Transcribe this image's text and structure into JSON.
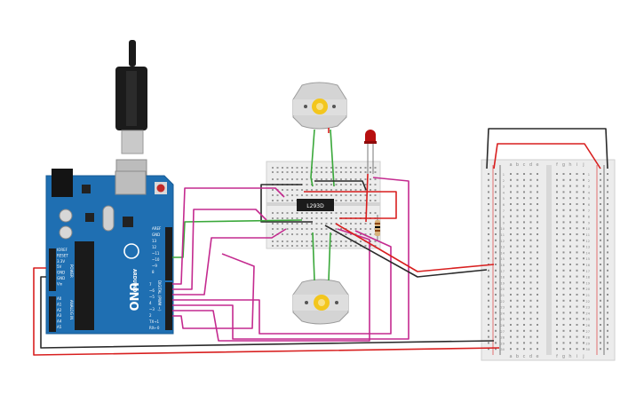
{
  "circuit": {
    "board": {
      "logo": "ARDUINO",
      "model": "UNO",
      "power_label": "POWER",
      "analog_label": "ANALOG IN",
      "digital_label": "DIGITAL (PWM ~)",
      "power_pins": [
        "IOREF",
        "RESET",
        "3.3V",
        "5V",
        "GND",
        "GND",
        "Vin"
      ],
      "analog_pins": [
        "A0",
        "A1",
        "A2",
        "A3",
        "A4",
        "A5"
      ],
      "top_header": [
        "AREF",
        "GND",
        "13",
        "12",
        "~11",
        "~10",
        "~9",
        "8"
      ],
      "digital_pins": [
        "7",
        "~6",
        "~5",
        "4",
        "~3",
        "2",
        "TX→1",
        "RX←0"
      ]
    },
    "driver_chip": {
      "label": "L293D"
    },
    "breadboard_large": {
      "columns_top": [
        "a",
        "b",
        "c",
        "d",
        "e",
        "f",
        "g",
        "h",
        "i",
        "j"
      ],
      "columns_bottom": [
        "a",
        "b",
        "c",
        "d",
        "e",
        "f",
        "g",
        "h",
        "i",
        "j"
      ],
      "rows": [
        "1",
        "2",
        "3",
        "4",
        "5",
        "6",
        "7",
        "8",
        "9",
        "10",
        "11",
        "12",
        "13",
        "14",
        "15",
        "16",
        "17",
        "18",
        "19",
        "20",
        "21",
        "22",
        "23",
        "24",
        "25",
        "26",
        "27",
        "28",
        "29",
        "30"
      ]
    },
    "colors": {
      "board_blue": "#1f6fb2",
      "wire_red": "#d81f1f",
      "wire_black": "#2a2a2a",
      "wire_green": "#3aa83a",
      "wire_magenta": "#c42a8f",
      "led_red": "#b80f0f",
      "breadboard": "#ececec"
    }
  }
}
